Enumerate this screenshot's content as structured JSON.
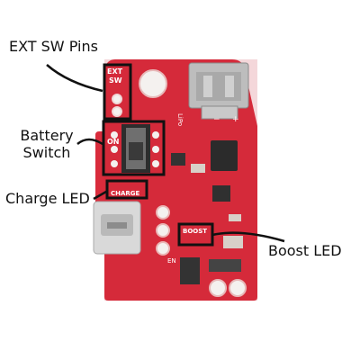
{
  "callouts": {
    "ext_sw_pins": "EXT SW Pins",
    "battery_line1": "Battery",
    "battery_line2": "Switch",
    "charge_led": "Charge LED",
    "boost_led": "Boost LED"
  },
  "silkscreen": {
    "ext_line1": "EXT",
    "ext_line2": "SW",
    "on": "ON",
    "charge": "CHARGE",
    "boost": "BOOST",
    "lipo": "LiPo",
    "minus": "−",
    "plus": "+",
    "en": "EN"
  },
  "colors": {
    "board": "#d92c3c",
    "highlight_box": "#111111",
    "callout_line": "#111111"
  }
}
